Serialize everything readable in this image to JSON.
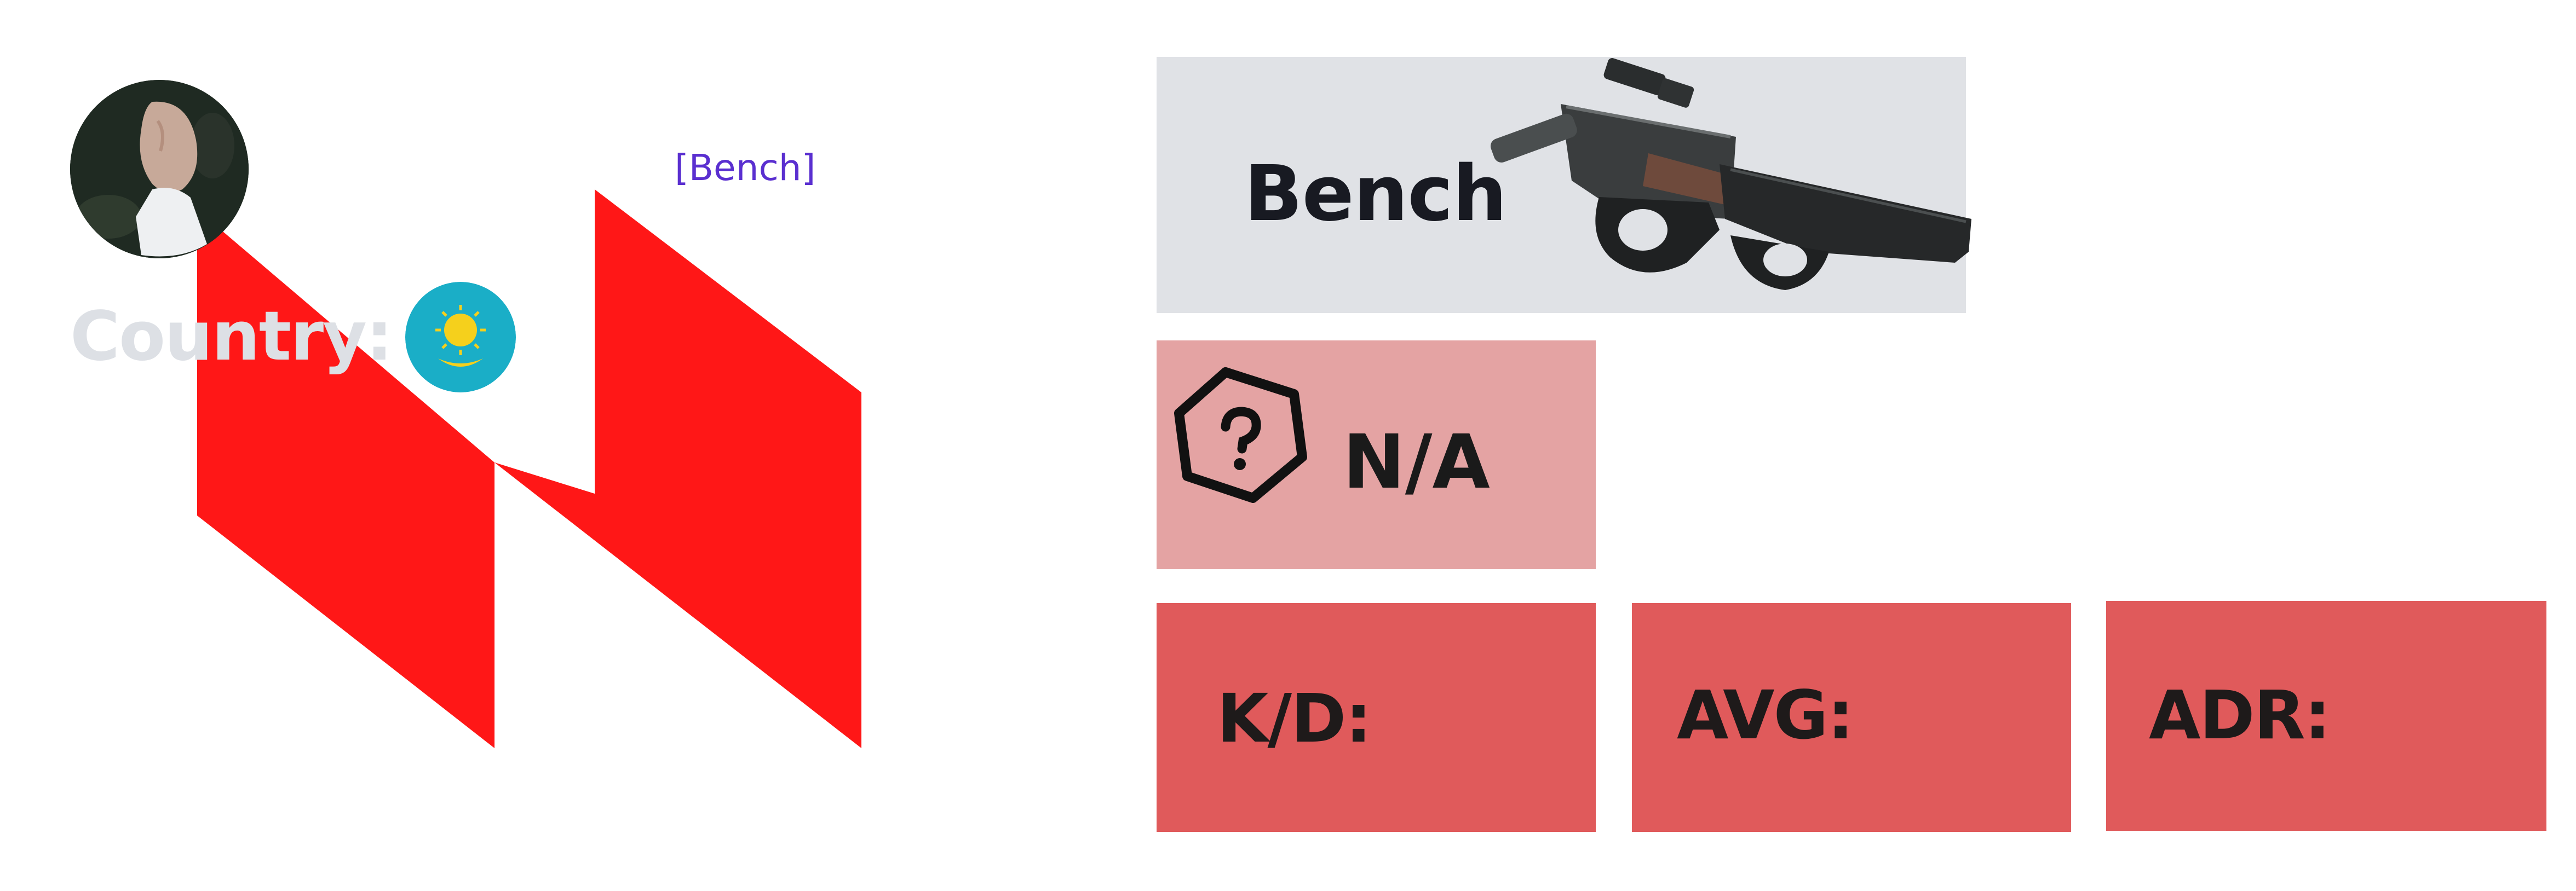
{
  "player": {
    "name": "Bench",
    "link_text": "[Bench]",
    "country_label": "Country:",
    "country_flag": "kazakhstan-flag",
    "avatar": "player-avatar-photo"
  },
  "team": {
    "logo": "red-n-logo",
    "logo_color": "#ff1717"
  },
  "weapon": {
    "icon": "p90-smg-icon"
  },
  "rank": {
    "icon": "unknown-rank-hexagon-icon",
    "value": "N/A"
  },
  "stats": [
    {
      "label": "K/D:"
    },
    {
      "label": "AVG:"
    },
    {
      "label": "ADR:"
    }
  ],
  "colors": {
    "name_card_bg": "#e0e2e6",
    "rank_card_bg": "#e4a3a3",
    "stat_card_bg": "#e05a5b",
    "link_color": "#5a2fd0",
    "country_label_color": "#dde0e5"
  }
}
